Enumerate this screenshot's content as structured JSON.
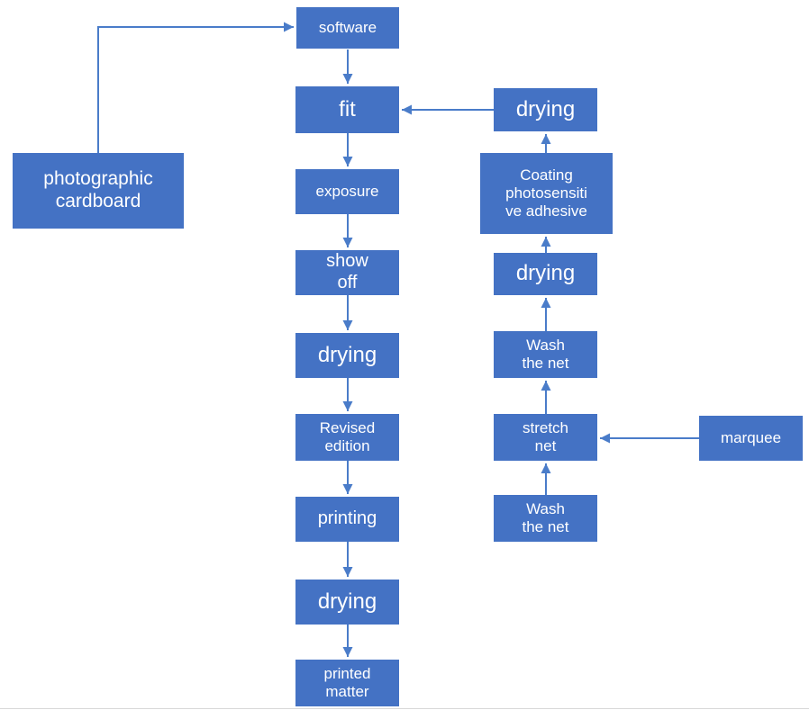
{
  "diagram": {
    "type": "flowchart",
    "colors": {
      "box_fill": "#4472C4",
      "arrow": "#4a7cc9",
      "text": "#ffffff",
      "background": "#ffffff"
    },
    "nodes": {
      "software": {
        "label": "software"
      },
      "fit": {
        "label": "fit"
      },
      "drying_top_right": {
        "label": "drying"
      },
      "photographic_cardboard": {
        "label": "photographic\ncardboard"
      },
      "exposure": {
        "label": "exposure"
      },
      "coating": {
        "label": "Coating\nphotosensiti\nve adhesive"
      },
      "show_off": {
        "label": "show\noff"
      },
      "drying_right_2": {
        "label": "drying"
      },
      "drying_center": {
        "label": "drying"
      },
      "wash_net_1": {
        "label": "Wash\nthe net"
      },
      "revised_edition": {
        "label": "Revised\nedition"
      },
      "stretch_net": {
        "label": "stretch\nnet"
      },
      "marquee": {
        "label": "marquee"
      },
      "printing": {
        "label": "printing"
      },
      "wash_net_2": {
        "label": "Wash\nthe net"
      },
      "drying_bottom": {
        "label": "drying"
      },
      "printed_matter": {
        "label": "printed\nmatter"
      }
    },
    "edges": [
      {
        "from": "photographic_cardboard",
        "to": "software"
      },
      {
        "from": "software",
        "to": "fit"
      },
      {
        "from": "drying_top_right",
        "to": "fit"
      },
      {
        "from": "coating",
        "to": "drying_top_right"
      },
      {
        "from": "drying_right_2",
        "to": "coating"
      },
      {
        "from": "wash_net_1",
        "to": "drying_right_2"
      },
      {
        "from": "stretch_net",
        "to": "wash_net_1"
      },
      {
        "from": "wash_net_2",
        "to": "stretch_net"
      },
      {
        "from": "marquee",
        "to": "stretch_net"
      },
      {
        "from": "fit",
        "to": "exposure"
      },
      {
        "from": "exposure",
        "to": "show_off"
      },
      {
        "from": "show_off",
        "to": "drying_center"
      },
      {
        "from": "drying_center",
        "to": "revised_edition"
      },
      {
        "from": "revised_edition",
        "to": "printing"
      },
      {
        "from": "printing",
        "to": "drying_bottom"
      },
      {
        "from": "drying_bottom",
        "to": "printed_matter"
      }
    ]
  }
}
